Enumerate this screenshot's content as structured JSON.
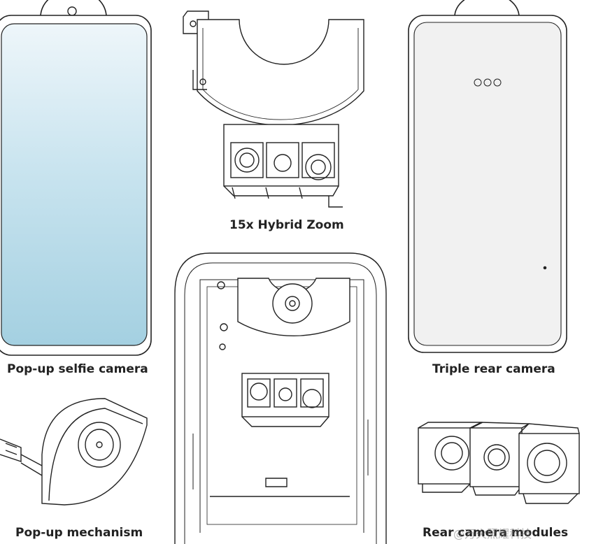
{
  "captions": {
    "selfie": "Pop-up selfie camera",
    "hybrid_zoom": "15x Hybrid Zoom",
    "triple_rear": "Triple rear camera",
    "mechanism": "Pop-up mechanism",
    "modules": "Rear camera modules"
  },
  "watermark": "@万火照耀科技",
  "colors": {
    "line": "#222222",
    "screen_top": "#eaf3f8",
    "screen_bottom": "#a9d3e3",
    "back_panel": "#f2f2f2"
  },
  "icons": [
    "camera-lens-icon",
    "flash-icon"
  ]
}
